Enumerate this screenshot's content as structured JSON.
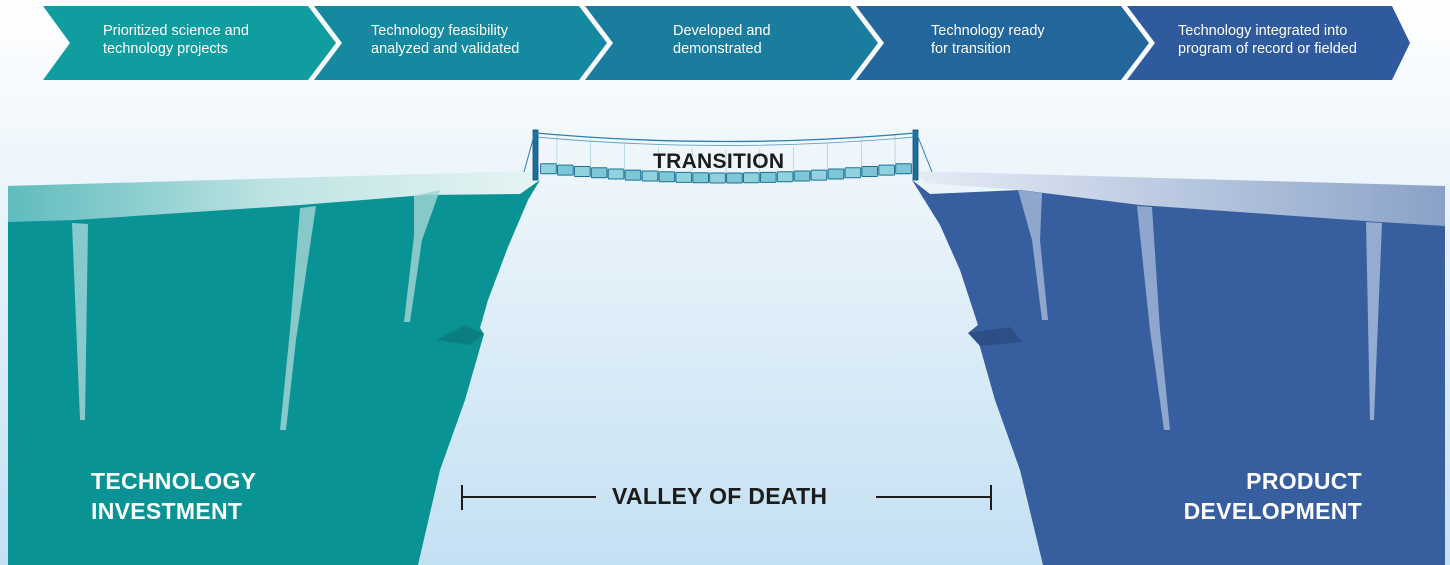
{
  "steps": [
    {
      "line1": "Prioritized science and",
      "line2": "technology projects"
    },
    {
      "line1": "Technology feasibility",
      "line2": "analyzed and validated"
    },
    {
      "line1": "Developed and",
      "line2": "demonstrated"
    },
    {
      "line1": "Technology ready",
      "line2": "for transition"
    },
    {
      "line1": "Technology integrated into",
      "line2": "program of record or fielded"
    }
  ],
  "bridge": {
    "label": "TRANSITION"
  },
  "valley": {
    "label": "VALLEY OF DEATH"
  },
  "left_cliff": {
    "line1": "TECHNOLOGY",
    "line2": "INVESTMENT"
  },
  "right_cliff": {
    "line1": "PRODUCT",
    "line2": "DEVELOPMENT"
  },
  "colors": {
    "step_1": "#0f9da0",
    "step_2": "#14899f",
    "step_3": "#1b7d9e",
    "step_4": "#23669c",
    "step_5": "#2f5a9e",
    "left_cliff": "#0a9394",
    "right_cliff": "#375e9f",
    "valley_sky": "#c7e2f4",
    "label_dark": "#1c1c1c"
  }
}
